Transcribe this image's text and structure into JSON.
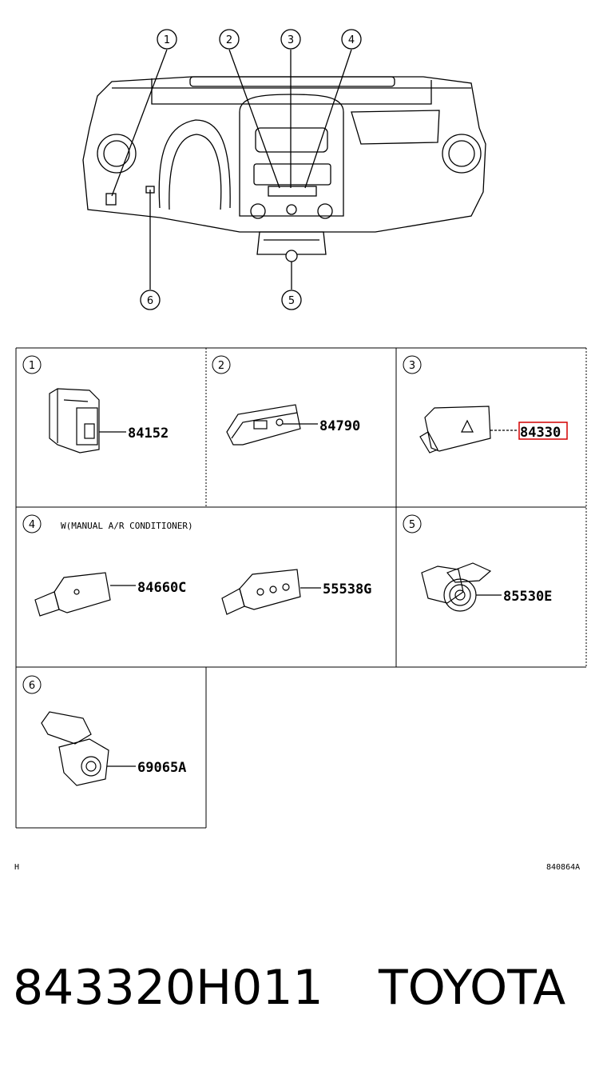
{
  "callouts": [
    "1",
    "2",
    "3",
    "4",
    "5",
    "6"
  ],
  "cells": [
    {
      "num": "1",
      "part": "84152"
    },
    {
      "num": "2",
      "part": "84790"
    },
    {
      "num": "3",
      "part": "84330",
      "highlight_color": "#d40000"
    },
    {
      "num": "4",
      "note": "W(MANUAL A/R CONDITIONER)",
      "part_a": "84660C",
      "part_b": "55538G"
    },
    {
      "num": "5",
      "part": "85530E"
    },
    {
      "num": "6",
      "part": "69065A"
    }
  ],
  "footer": {
    "left": "H",
    "right": "840864A"
  },
  "caption": {
    "part_number": "843320H011",
    "brand": "TOYOTA"
  }
}
